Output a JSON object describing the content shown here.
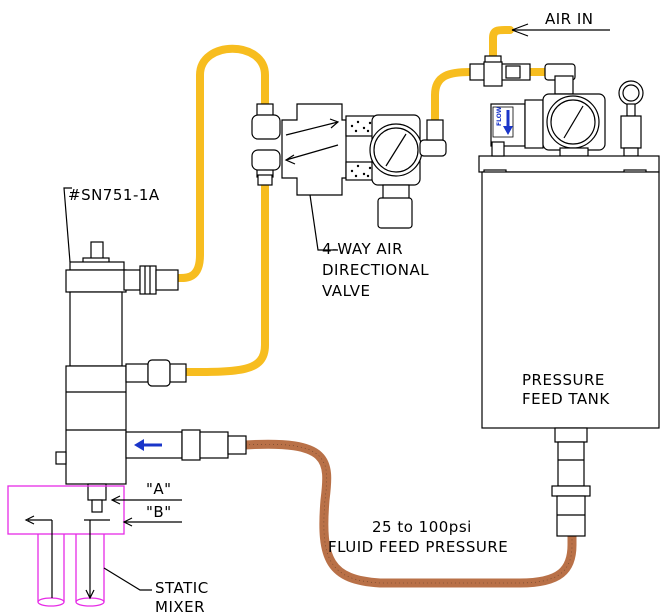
{
  "labels": {
    "air_in": "AIR IN",
    "part_number": "#SN751-1A",
    "valve_line1": "4-WAY AIR",
    "valve_line2": "DIRECTIONAL",
    "valve_line3": "VALVE",
    "tank_line1": "PRESSURE",
    "tank_line2": "FEED TANK",
    "pressure_line1": "25 to 100psi",
    "pressure_line2": "FLUID FEED PRESSURE",
    "port_a": "\"A\"",
    "port_b": "\"B\"",
    "mixer_line1": "STATIC",
    "mixer_line2": "MIXER",
    "flow_tag": "FLOW"
  },
  "colors": {
    "air_hose": "#f7bd1f",
    "fluid_hose": "#b97148",
    "mixer": "#e62be6",
    "flow_arrow": "#1a35c9",
    "line": "#000000"
  },
  "icons": {
    "gauge": "pressure-gauge-icon",
    "flow_arrow": "flow-arrow-icon"
  }
}
